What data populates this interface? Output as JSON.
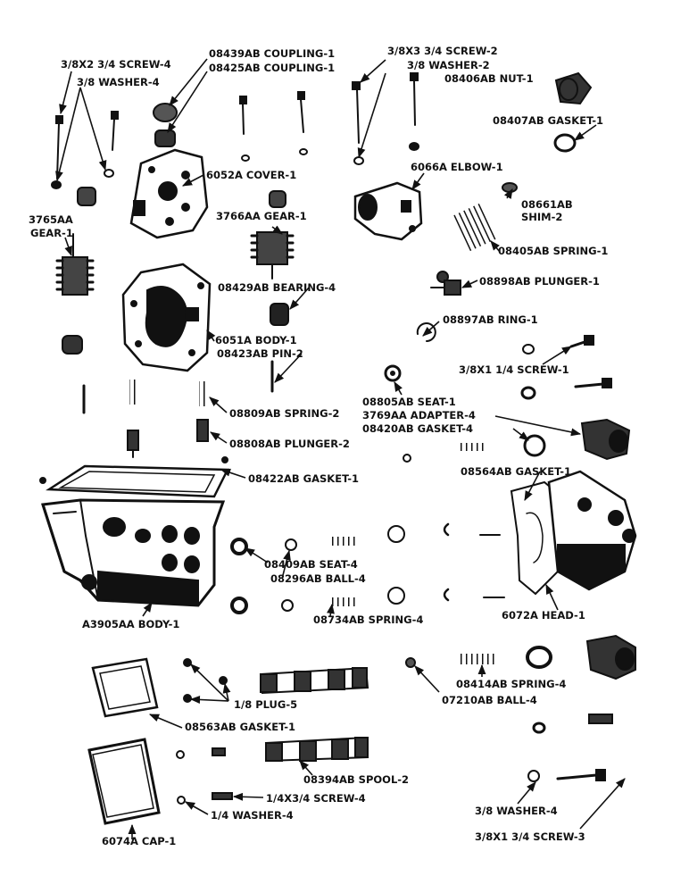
{
  "colors": {
    "ink": "#111111",
    "paper": "#ffffff",
    "shade": "#3a3a3a"
  },
  "labels": {
    "screw_3_8x2_3_4": "3/8X2 3/4 SCREW-4",
    "washer_3_8_a": "3/8 WASHER-4",
    "coupling_08439": "08439AB COUPLING-1",
    "coupling_08425": "08425AB COUPLING-1",
    "screw_3_8x3_3_4": "3/8X3 3/4 SCREW-2",
    "washer_3_8_b": "3/8 WASHER-2",
    "nut_08406": "08406AB NUT-1",
    "gasket_08407": "08407AB GASKET-1",
    "cover_6052": "6052A COVER-1",
    "elbow_6066": "6066A ELBOW-1",
    "shim_08661_a": "08661AB",
    "shim_08661_b": "SHIM-2",
    "gear_3766": "3766AA GEAR-1",
    "gear_3765_a": "3765AA",
    "gear_3765_b": "GEAR-1",
    "spring_08405": "08405AB SPRING-1",
    "plunger_08898": "08898AB PLUNGER-1",
    "bearing_08429": "08429AB BEARING-4",
    "ring_08897": "08897AB RING-1",
    "body_6051": "6051A BODY-1",
    "pin_08423": "08423AB PIN-2",
    "screw_3_8x1_1_4": "3/8X1 1/4 SCREW-1",
    "seat_08805": "08805AB SEAT-1",
    "adapter_3769": "3769AA ADAPTER-4",
    "gasket_08420": "08420AB GASKET-4",
    "spring_08809": "08809AB SPRING-2",
    "plunger_08808": "08808AB PLUNGER-2",
    "gasket_08564": "08564AB GASKET-1",
    "gasket_08422": "08422AB GASKET-1",
    "seat_08409": "08409AB SEAT-4",
    "ball_08296": "08296AB BALL-4",
    "spring_08734": "08734AB SPRING-4",
    "head_6072": "6072A HEAD-1",
    "body_a3905": "A3905AA BODY-1",
    "spring_08414": "08414AB SPRING-4",
    "ball_07210": "07210AB BALL-4",
    "plug_1_8": "1/8 PLUG-5",
    "gasket_08563": "08563AB GASKET-1",
    "spool_08394": "08394AB SPOOL-2",
    "screw_1_4x3_4": "1/4X3/4 SCREW-4",
    "washer_1_4": "1/4 WASHER-4",
    "washer_3_8_c": "3/8 WASHER-4",
    "cap_6074": "6074A CAP-1",
    "screw_3_8x1_3_4": "3/8X1 3/4 SCREW-3"
  }
}
